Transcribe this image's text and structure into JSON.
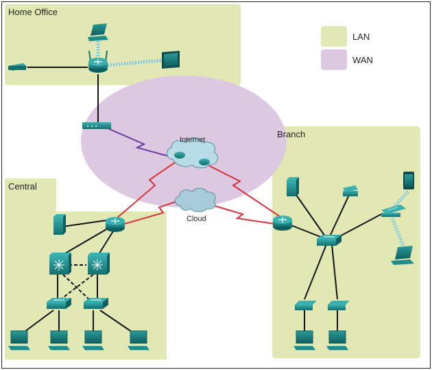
{
  "zones": {
    "home_office": "Home Office",
    "central": "Central",
    "branch": "Branch"
  },
  "clouds": {
    "internet": "Internet",
    "cloud": "Cloud"
  },
  "legend": {
    "lan": "LAN",
    "wan": "WAN"
  },
  "colors": {
    "lan": "#e2e8b4",
    "wan": "#dcc8e0",
    "device": "#1e8c8c",
    "wan_link_red": "#d9303a",
    "wan_link_purple": "#6a3aa0",
    "wireless": "#7fc8e0"
  }
}
